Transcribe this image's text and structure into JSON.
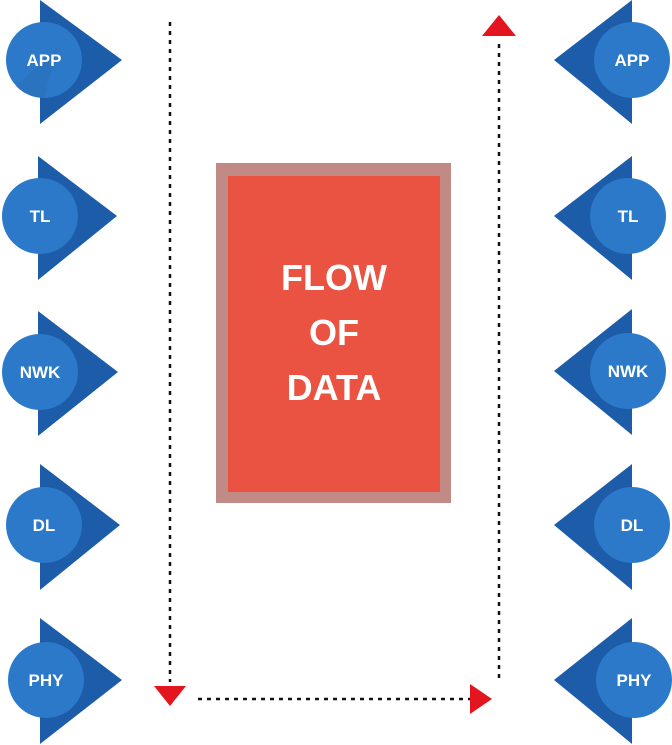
{
  "colors": {
    "node_dark": "#1d5ca8",
    "node_light": "#2b79c8",
    "box_border": "#c28a84",
    "box_fill": "#ea5242",
    "arrow": "#e3151f",
    "dotted_line": "#111111"
  },
  "left_stack": {
    "layers": [
      "APP",
      "TL",
      "NWK",
      "DL",
      "PHY"
    ]
  },
  "right_stack": {
    "layers": [
      "APP",
      "TL",
      "NWK",
      "DL",
      "PHY"
    ]
  },
  "center_box": {
    "lines": [
      "FLOW",
      "OF",
      "DATA"
    ]
  }
}
